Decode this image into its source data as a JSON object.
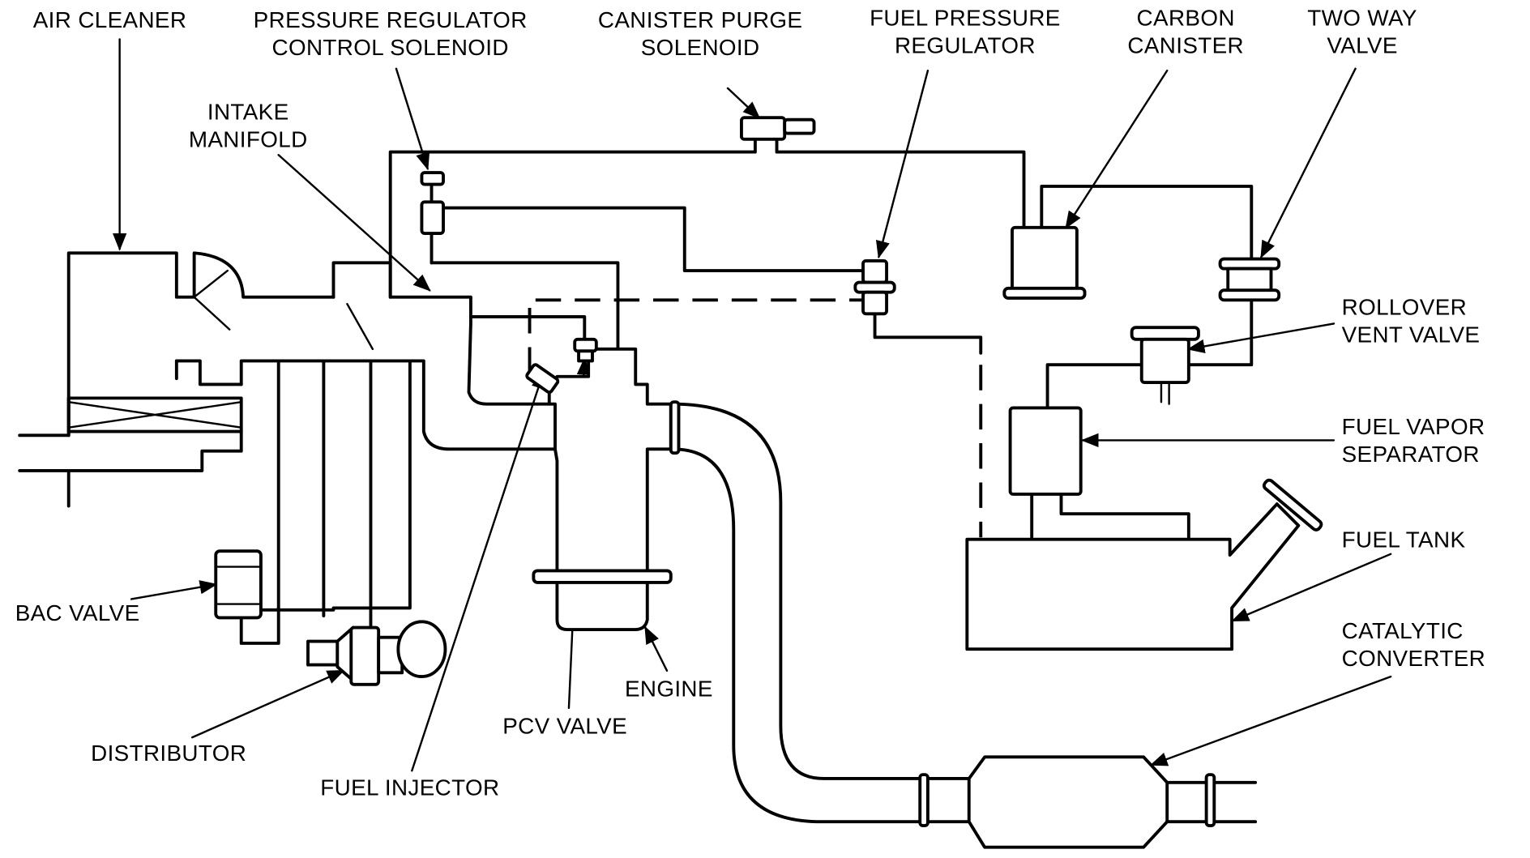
{
  "diagram": {
    "title": "Evaporative emission / fuel system schematic",
    "labels": {
      "air_cleaner": [
        "AIR CLEANER"
      ],
      "pressure_regulator_control_solenoid": [
        "PRESSURE REGULATOR",
        "CONTROL SOLENOID"
      ],
      "canister_purge_solenoid": [
        "CANISTER PURGE",
        "SOLENOID"
      ],
      "fuel_pressure_regulator": [
        "FUEL PRESSURE",
        "REGULATOR"
      ],
      "carbon_canister": [
        "CARBON",
        "CANISTER"
      ],
      "two_way_valve": [
        "TWO WAY",
        "VALVE"
      ],
      "intake_manifold": [
        "INTAKE",
        "MANIFOLD"
      ],
      "rollover_vent_valve": [
        "ROLLOVER",
        "VENT VALVE"
      ],
      "fuel_vapor_separator": [
        "FUEL VAPOR",
        "SEPARATOR"
      ],
      "fuel_tank": [
        "FUEL TANK"
      ],
      "catalytic_converter": [
        "CATALYTIC",
        "CONVERTER"
      ],
      "bac_valve": [
        "BAC VALVE"
      ],
      "distributor": [
        "DISTRIBUTOR"
      ],
      "fuel_injector": [
        "FUEL INJECTOR"
      ],
      "pcv_valve": [
        "PCV VALVE"
      ],
      "engine": [
        "ENGINE"
      ]
    }
  }
}
